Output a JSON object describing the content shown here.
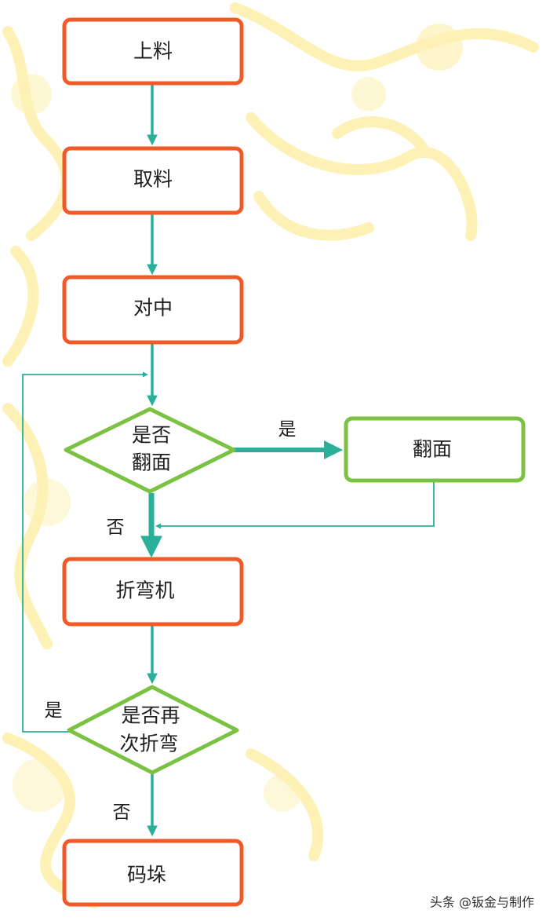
{
  "nodes": {
    "load": "上料",
    "pick": "取料",
    "center": "对中",
    "flip_decision_line1": "是否",
    "flip_decision_line2": "翻面",
    "flip": "翻面",
    "bend": "折弯机",
    "rebend_decision_line1": "是否再",
    "rebend_decision_line2": "次折弯",
    "stack": "码垛"
  },
  "edges": {
    "flip_yes": "是",
    "flip_no": "否",
    "rebend_yes": "是",
    "rebend_no": "否"
  },
  "watermark": "头条 @钣金与制作",
  "colors": {
    "process_border": "#f05a28",
    "decision_border": "#7cc242",
    "connector": "#2ab09a",
    "background_art": "#fdf1b6"
  }
}
